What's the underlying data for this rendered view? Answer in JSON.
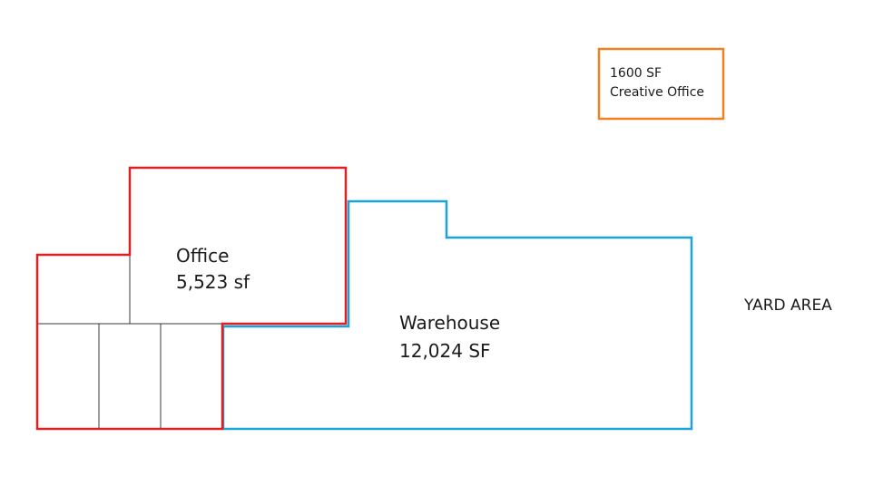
{
  "colors": {
    "office_outline": "#e02020",
    "warehouse_outline": "#1aa3d9",
    "creative_outline": "#f08020",
    "partition": "#3a3a3a"
  },
  "office": {
    "name": "Office",
    "area": "5,523 sf"
  },
  "warehouse": {
    "name": "Warehouse",
    "area": "12,024 SF"
  },
  "creative_office": {
    "area": "1600 SF",
    "name": "Creative Office"
  },
  "yard": {
    "label": "YARD AREA"
  }
}
